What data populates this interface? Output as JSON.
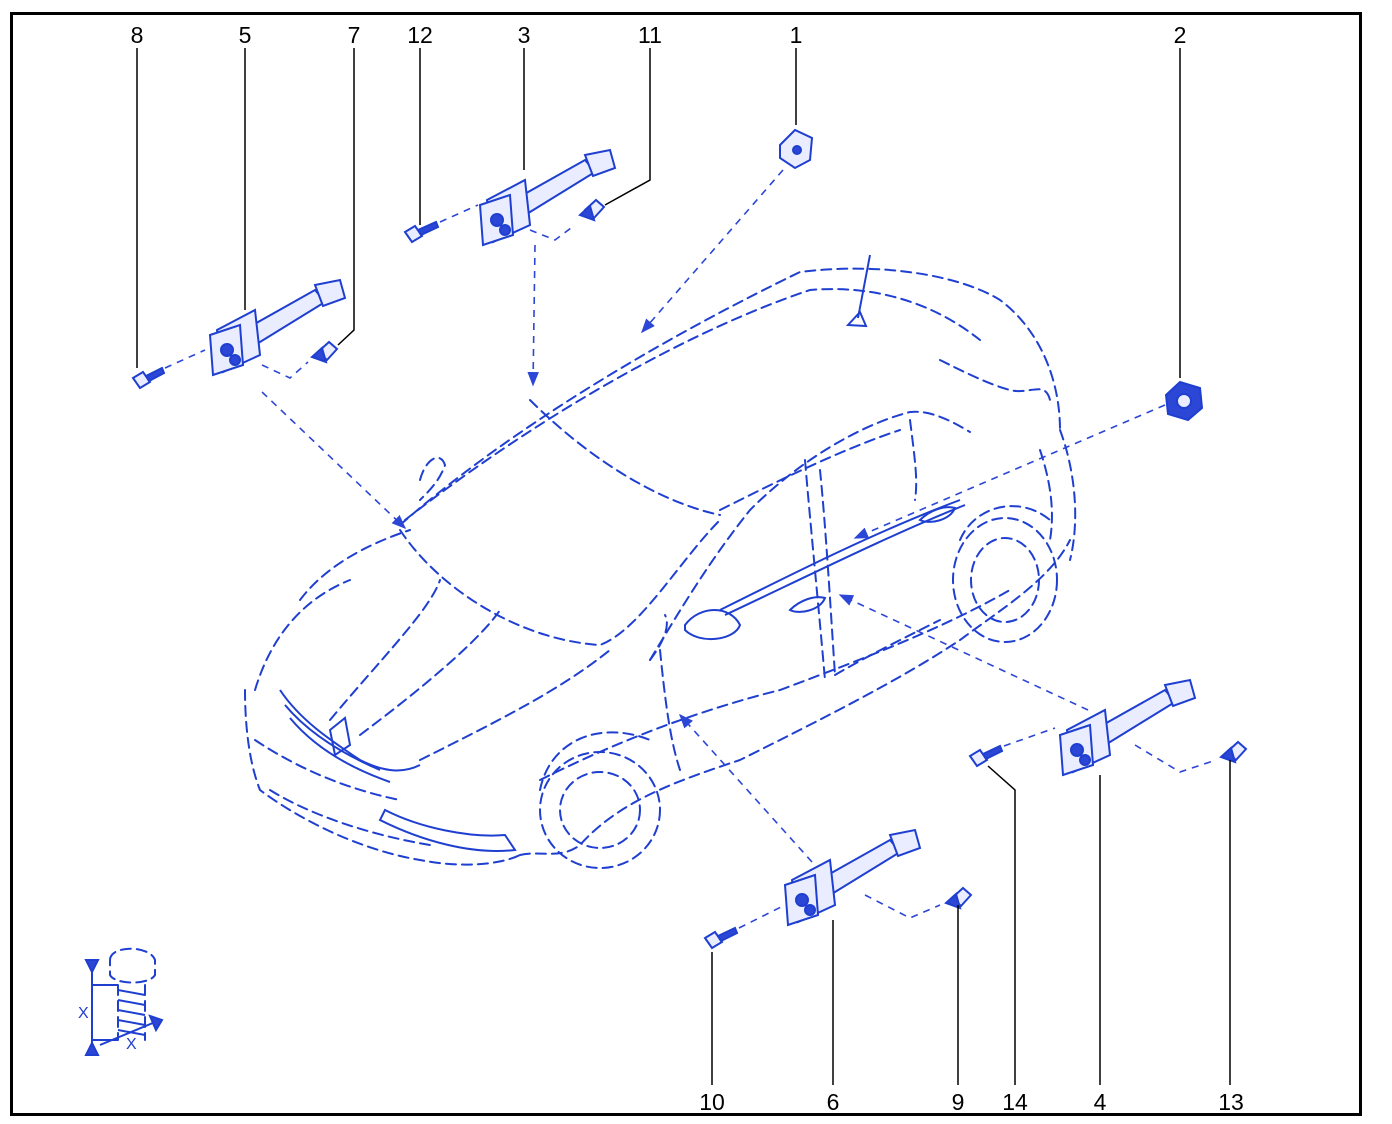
{
  "callouts": {
    "c1": "1",
    "c2": "2",
    "c3": "3",
    "c4": "4",
    "c5": "5",
    "c6": "6",
    "c7": "7",
    "c8": "8",
    "c9": "9",
    "c10": "10",
    "c11": "11",
    "c12": "12",
    "c13": "13",
    "c14": "14"
  },
  "bolt_detail": {
    "dim_label_1": "X",
    "dim_label_2": "X"
  },
  "colors": {
    "line": "#1f3fd0",
    "frame": "#000000"
  }
}
